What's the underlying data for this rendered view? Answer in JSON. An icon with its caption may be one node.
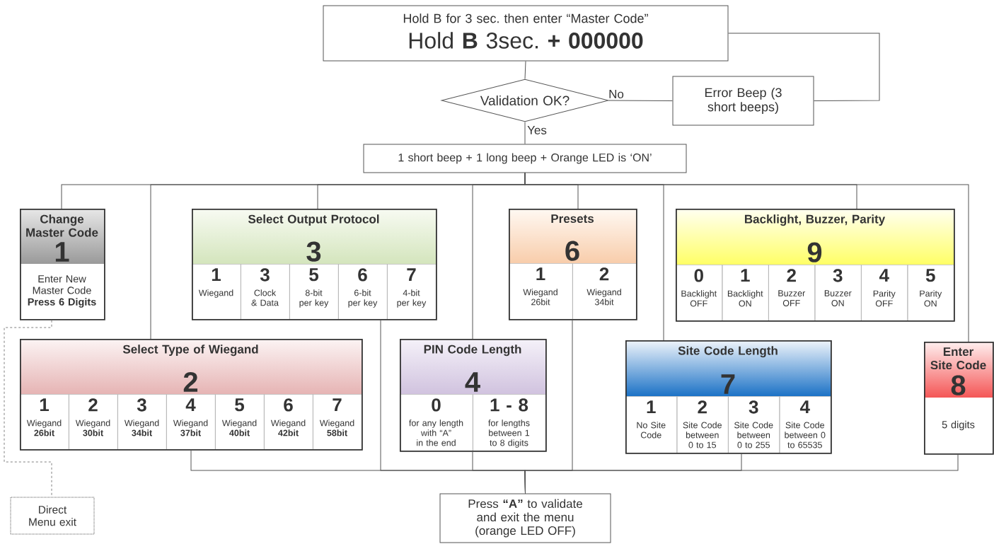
{
  "diagram": {
    "nodes": [
      {
        "text": [
          "Hold B for 3 sec. then enter “Master Code”",
          "Hold **B** 3sec. **+ 000000**"
        ]
      },
      {
        "text": [
          "Validation OK?"
        ]
      },
      {
        "text": [
          "Error Beep (3 short beeps)"
        ]
      },
      {
        "text": [
          "1 short beep + 1 long beep + Orange LED is ‘ON’"
        ]
      },
      {
        "text": [
          "Change Master Code",
          "1",
          "Enter New Master Code **Press 6 Digits**"
        ]
      },
      {
        "text": [
          "Select Output Protocol",
          "3"
        ]
      },
      {
        "text": [
          "1",
          "Wiegand"
        ],
        "in": 5
      },
      {
        "text": [
          "3",
          "Clock & Data"
        ],
        "in": 5
      },
      {
        "text": [
          "5",
          "8-bit per key"
        ],
        "in": 5
      },
      {
        "text": [
          "6",
          "6-bit per key"
        ],
        "in": 5
      },
      {
        "text": [
          "7",
          "4-bit per key"
        ],
        "in": 5
      },
      {
        "text": [
          "Presets",
          "6"
        ]
      },
      {
        "text": [
          "1",
          "Wiegand 26bit"
        ],
        "in": 11
      },
      {
        "text": [
          "2",
          "Wiegand 34bit"
        ],
        "in": 11
      },
      {
        "text": [
          "Backlight, Buzzer, Parity",
          "9"
        ]
      },
      {
        "text": [
          "0",
          "Backlight OFF"
        ],
        "in": 14
      },
      {
        "text": [
          "1",
          "Backlight ON"
        ],
        "in": 14
      },
      {
        "text": [
          "2",
          "Buzzer OFF"
        ],
        "in": 14
      },
      {
        "text": [
          "3",
          "Buzzer ON"
        ],
        "in": 14
      },
      {
        "text": [
          "4",
          "Parity OFF"
        ],
        "in": 14
      },
      {
        "text": [
          "5",
          "Parity ON"
        ],
        "in": 14
      },
      {
        "text": [
          "Select Type of Wiegand",
          "2"
        ]
      },
      {
        "text": [
          "1",
          "Wiegand **26bit**"
        ],
        "in": 21
      },
      {
        "text": [
          "2",
          "Wiegand **30bit**"
        ],
        "in": 21
      },
      {
        "text": [
          "3",
          "Wiegand **34bit**"
        ],
        "in": 21
      },
      {
        "text": [
          "4",
          "Wiegand **37bit**"
        ],
        "in": 21
      },
      {
        "text": [
          "5",
          "Wiegand **40bit**"
        ],
        "in": 21
      },
      {
        "text": [
          "6",
          "Wiegand **42bit**"
        ],
        "in": 21
      },
      {
        "text": [
          "7",
          "Wiegand **58bit**"
        ],
        "in": 21
      },
      {
        "text": [
          "PIN Code Length",
          "4"
        ]
      },
      {
        "text": [
          "0",
          "for any length with “A” in the end"
        ],
        "in": 29
      },
      {
        "text": [
          "1 - 8",
          "for lengths between 1 to 8 digits"
        ],
        "in": 29
      },
      {
        "text": [
          "Site Code Length",
          "7"
        ]
      },
      {
        "text": [
          "1",
          "No Site Code"
        ],
        "in": 32
      },
      {
        "text": [
          "2",
          "Site Code between 0 to 15"
        ],
        "in": 32
      },
      {
        "text": [
          "3",
          "Site Code between 0 to 255"
        ],
        "in": 32
      },
      {
        "text": [
          "4",
          "Site Code between 0 to 65535"
        ],
        "in": 32
      },
      {
        "text": [
          "Enter Site Code",
          "8",
          "5 digits"
        ]
      },
      {
        "text": [
          "Press **“A”** to validate and exit the menu (orange LED OFF)"
        ]
      },
      {
        "text": [
          "Direct Menu exit"
        ]
      }
    ],
    "edges": [
      {
        "from": 0,
        "to": 1,
        "arrow": "none"
      },
      {
        "from": 1,
        "to": 2,
        "arrow": "none",
        "label": "No"
      },
      {
        "from": 2,
        "to": 0,
        "arrow": "none"
      },
      {
        "from": 1,
        "to": 3,
        "arrow": "none",
        "label": "Yes"
      },
      {
        "from": 3,
        "to": 4,
        "arrow": "none"
      },
      {
        "from": 3,
        "to": 21,
        "arrow": "none"
      },
      {
        "from": 3,
        "to": 5,
        "arrow": "none"
      },
      {
        "from": 3,
        "to": 29,
        "arrow": "none"
      },
      {
        "from": 3,
        "to": 11,
        "arrow": "none"
      },
      {
        "from": 3,
        "to": 32,
        "arrow": "none"
      },
      {
        "from": 3,
        "to": 14,
        "arrow": "none"
      },
      {
        "from": 3,
        "to": 37,
        "arrow": "none"
      },
      {
        "from": 21,
        "to": 38,
        "arrow": "none"
      },
      {
        "from": 5,
        "to": 38,
        "arrow": "none"
      },
      {
        "from": 29,
        "to": 38,
        "arrow": "none"
      },
      {
        "from": 11,
        "to": 38,
        "arrow": "none"
      },
      {
        "from": 32,
        "to": 38,
        "arrow": "none"
      },
      {
        "from": 37,
        "to": 38,
        "arrow": "none"
      },
      {
        "from": 4,
        "to": 39,
        "arrow": "none",
        "style": "dashed"
      }
    ]
  }
}
